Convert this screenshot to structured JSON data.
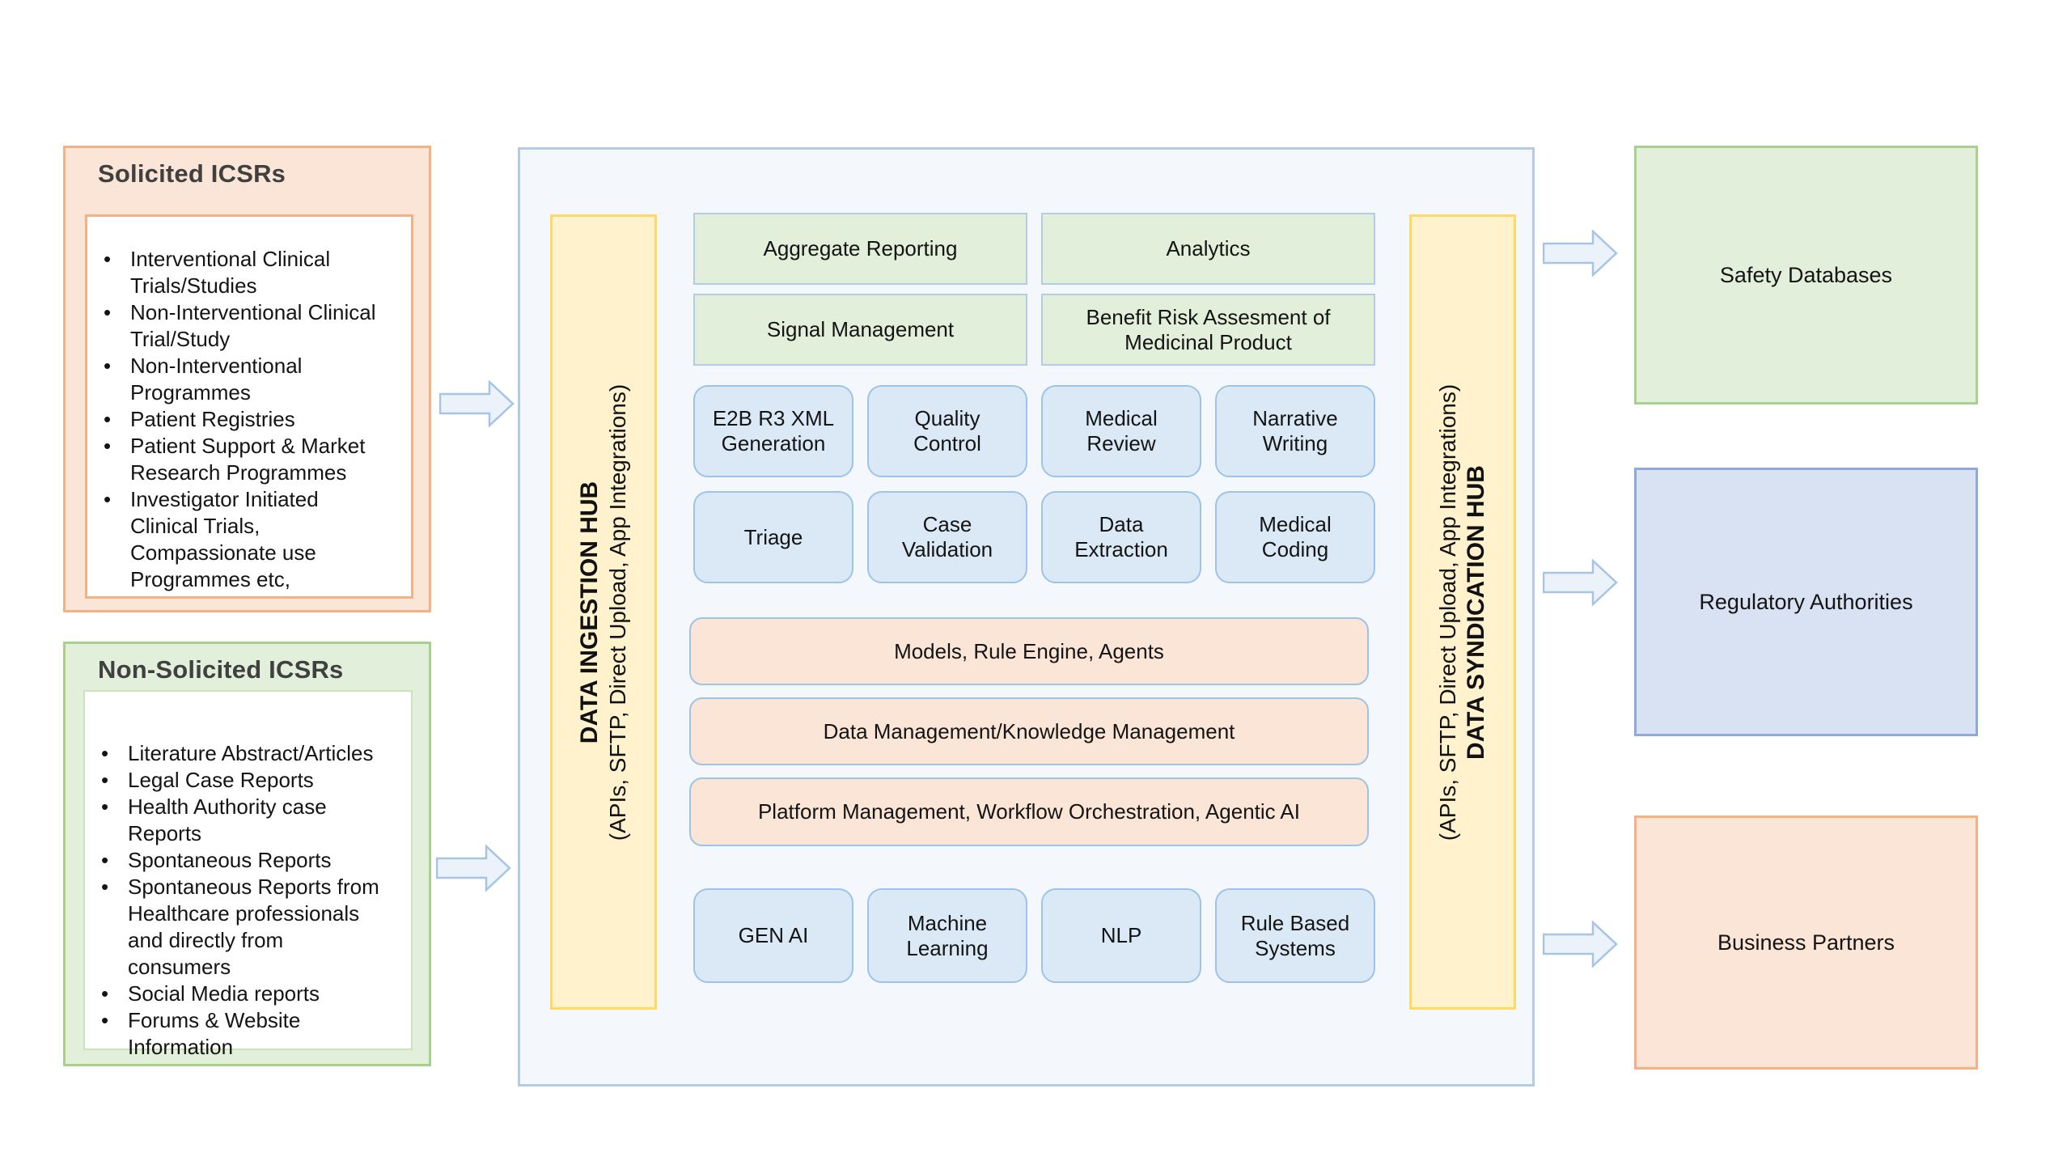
{
  "colors": {
    "peach_fill": "#FBE5D6",
    "orange_border": "#F4B183",
    "green_fill": "#E2EFDA",
    "green_border": "#A9D18E",
    "panel_fill": "#F4F8FC",
    "panel_border": "#B3CBE3",
    "hub_fill": "#FFF2CC",
    "hub_border": "#FFD966",
    "blue_fill": "#DBE9F7",
    "blue_border": "#9DC3E6",
    "dest_blue_fill": "#D9E2F3",
    "dest_blue_border": "#8EAADB",
    "arrow_fill": "#EBF2FA",
    "arrow_stroke": "#A6C4E3"
  },
  "sources": {
    "solicited": {
      "title": "Solicited ICSRs",
      "items": [
        "Interventional Clinical Trials/Studies",
        "Non-Interventional Clinical Trial/Study",
        "Non-Interventional Programmes",
        "Patient Registries",
        "Patient Support & Market Research Programmes",
        "Investigator Initiated Clinical Trials, Compassionate use Programmes etc,"
      ]
    },
    "non_solicited": {
      "title": "Non-Solicited ICSRs",
      "items": [
        "Literature Abstract/Articles",
        "Legal Case Reports",
        "Health Authority case Reports",
        "Spontaneous Reports",
        "Spontaneous Reports from Healthcare professionals and directly from consumers",
        "Social Media reports",
        "Forums & Website Information"
      ]
    }
  },
  "hubs": {
    "ingestion": {
      "title": "DATA INGESTION HUB",
      "subtitle": "(APIs, SFTP, Direct Upload, App Integrations)"
    },
    "syndication": {
      "title": "DATA SYNDICATION HUB",
      "subtitle": "(APIs, SFTP, Direct Upload, App Integrations)"
    }
  },
  "platform": {
    "functions_green": [
      "Aggregate Reporting",
      "Analytics",
      "Signal Management",
      "Benefit Risk Assesment of Medicinal Product"
    ],
    "case_processing": [
      "E2B R3 XML Generation",
      "Quality Control",
      "Medical Review",
      "Narrative Writing",
      "Triage",
      "Case Validation",
      "Data Extraction",
      "Medical Coding"
    ],
    "layers": [
      "Models, Rule Engine, Agents",
      "Data Management/Knowledge Management",
      "Platform Management, Workflow Orchestration, Agentic AI"
    ],
    "technologies": [
      "GEN AI",
      "Machine Learning",
      "NLP",
      "Rule Based Systems"
    ]
  },
  "destinations": {
    "safety": "Safety Databases",
    "regulatory": "Regulatory Authorities",
    "partners": "Business Partners"
  }
}
